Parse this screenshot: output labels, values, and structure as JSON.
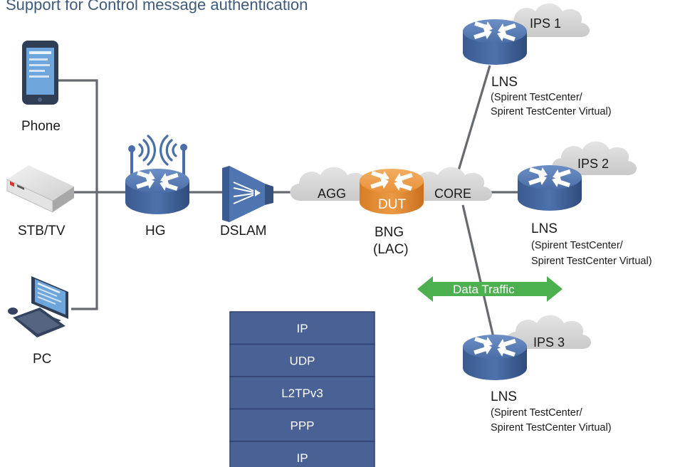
{
  "title": "Support for Control message authentication",
  "endpoints": {
    "phone": "Phone",
    "stb": "STB/TV",
    "pc": "PC"
  },
  "devices": {
    "hg": "HG",
    "dslam": "DSLAM",
    "bng": "BNG",
    "lac": "(LAC)",
    "dut": "DUT"
  },
  "clouds": {
    "agg": "AGG",
    "core": "CORE",
    "ips1": "IPS 1",
    "ips2": "IPS 2",
    "ips3": "IPS 3"
  },
  "lns": [
    {
      "name": "LNS",
      "line1": "(Spirent TestCenter/",
      "line2": "Spirent TestCenter Virtual)"
    },
    {
      "name": "LNS",
      "line1": "(Spirent TestCenter/",
      "line2": "Spirent TestCenter Virtual)"
    },
    {
      "name": "LNS",
      "line1": "(Spirent TestCenter/",
      "line2": "Spirent TestCenter Virtual)"
    }
  ],
  "data_traffic": "Data Traffic",
  "protocol_stack": [
    "IP",
    "UDP",
    "L2TPv3",
    "PPP",
    "IP"
  ],
  "colors": {
    "router_blue": "#4a6ea8",
    "dut_orange": "#e8913a",
    "cloud_gray": "#d6d6d6",
    "stack_blue": "#4a6195",
    "traffic_green": "#4caf50",
    "title_blue": "#3f5a7a"
  }
}
